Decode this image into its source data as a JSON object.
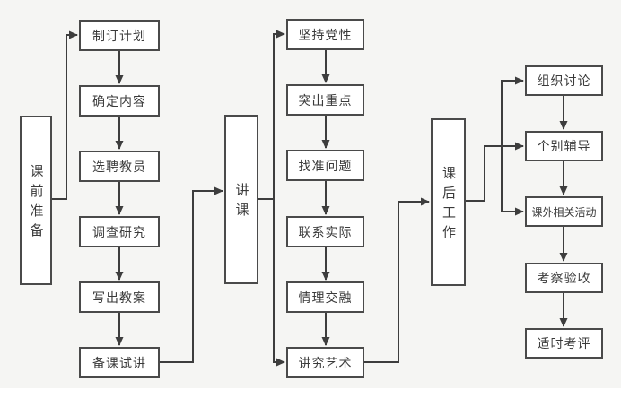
{
  "flowchart": {
    "phases": [
      {
        "label": "课前准备"
      },
      {
        "label": "讲课"
      },
      {
        "label": "课后工作"
      }
    ],
    "pre_class_steps": [
      "制订计划",
      "确定内容",
      "选聘教员",
      "调查研究",
      "写出教案",
      "备课试讲"
    ],
    "lecture_steps": [
      "坚持党性",
      "突出重点",
      "找准问题",
      "联系实际",
      "情理交融",
      "讲究艺术"
    ],
    "post_class_steps": [
      "组织讨论",
      "个别辅导",
      "课外相关活动",
      "考察验收",
      "适时考评"
    ],
    "colors": {
      "background": "#f5f5f3",
      "box_fill": "#ffffff",
      "box_border": "#4a4a4a",
      "line": "#3d3d3d",
      "text": "#3a3a3a"
    }
  }
}
